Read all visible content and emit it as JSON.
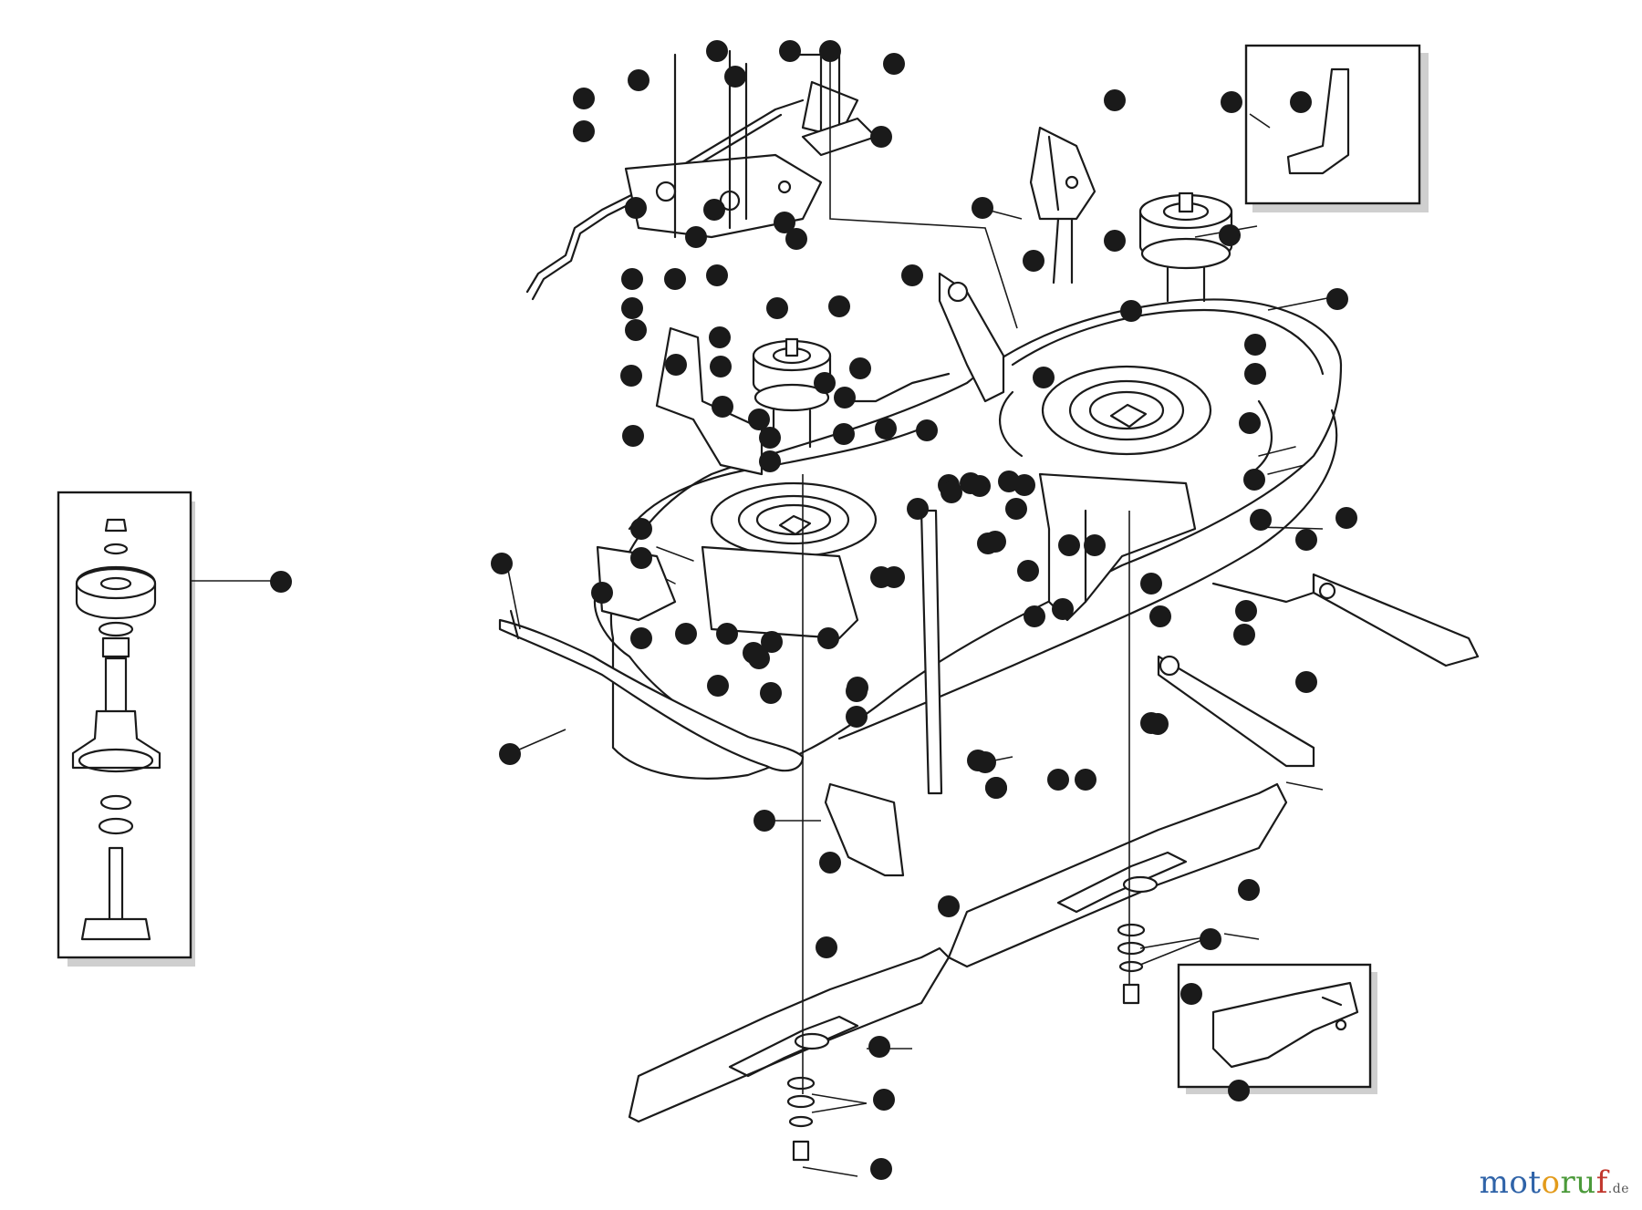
{
  "figure": {
    "type": "exploded-parts-diagram",
    "callout_badge_count": 112,
    "callout_color": "#1a1a1a",
    "line_color": "#1a1a1a",
    "background": "#ffffff"
  },
  "watermark": {
    "brand_colored": [
      {
        "char": "m",
        "color": "#2f63a8"
      },
      {
        "char": "o",
        "color": "#2f63a8"
      },
      {
        "char": "t",
        "color": "#2f63a8"
      },
      {
        "char": "o",
        "color": "#e39b1b"
      },
      {
        "char": "r",
        "color": "#4b9a3a"
      },
      {
        "char": "u",
        "color": "#4b9a3a"
      },
      {
        "char": "f",
        "color": "#c1372d"
      }
    ],
    "suffix": ".de"
  }
}
